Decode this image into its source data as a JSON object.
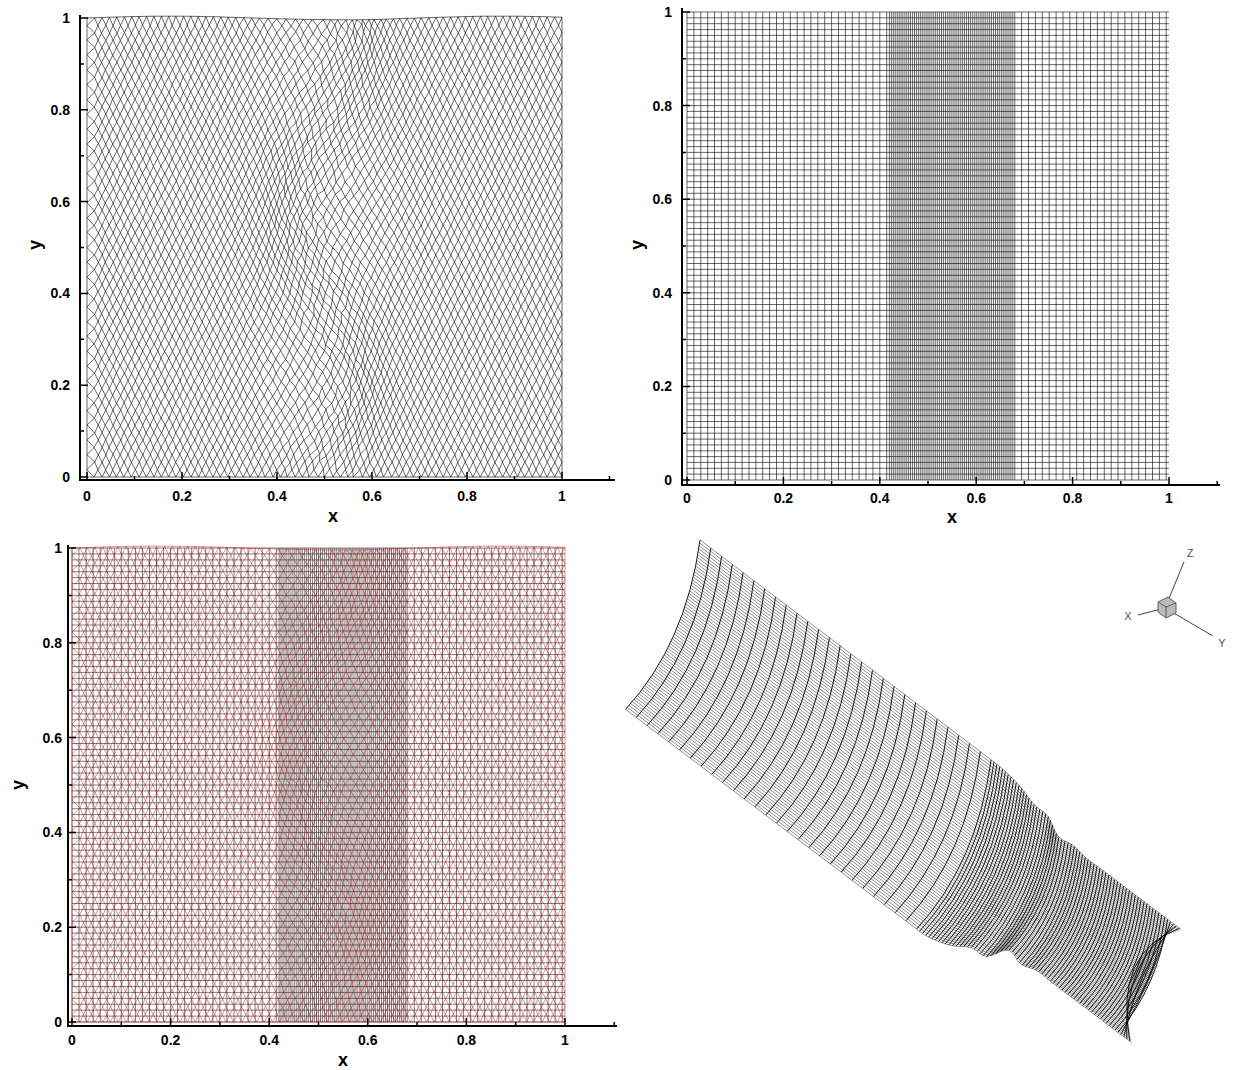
{
  "diagram": {
    "labels": [
      "1",
      "0.8",
      "0.6",
      "0.4",
      "0.2",
      "0",
      "0",
      "0.2",
      "0.4",
      "0.6",
      "0.8",
      "1",
      "x",
      "y",
      "1",
      "0.8",
      "0.6",
      "0.4",
      "0.2",
      "0",
      "0",
      "0.2",
      "0.4",
      "0.6",
      "0.8",
      "1",
      "x",
      "y",
      "1",
      "0.8",
      "0.6",
      "0.4",
      "0.2",
      "0",
      "0",
      "0.2",
      "0.4",
      "0.6",
      "0.8",
      "1",
      "x",
      "y",
      "Z",
      "X",
      "Y"
    ]
  }
}
